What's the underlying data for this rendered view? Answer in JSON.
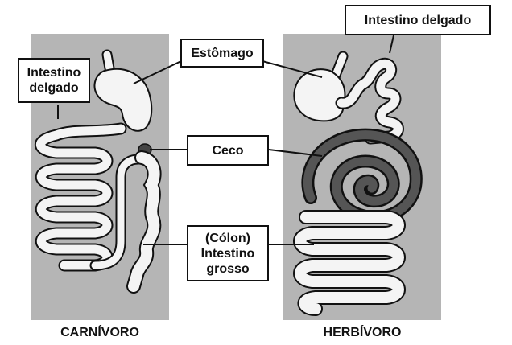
{
  "labels": {
    "intestino_delgado_left": [
      "Intestino",
      "delgado"
    ],
    "intestino_delgado_right": "Intestino delgado",
    "estomago": "Estômago",
    "ceco": "Ceco",
    "intestino_grosso": [
      "(Cólon)",
      "Intestino",
      "grosso"
    ]
  },
  "captions": {
    "carnivoro": "CARNÍVORO",
    "herbivoro": "HERBÍVORO"
  },
  "colors": {
    "panel": "#b5b5b5",
    "organ_fill": "#f4f4f4",
    "organ_stroke": "#111111",
    "cecum_dark": "#444444"
  }
}
